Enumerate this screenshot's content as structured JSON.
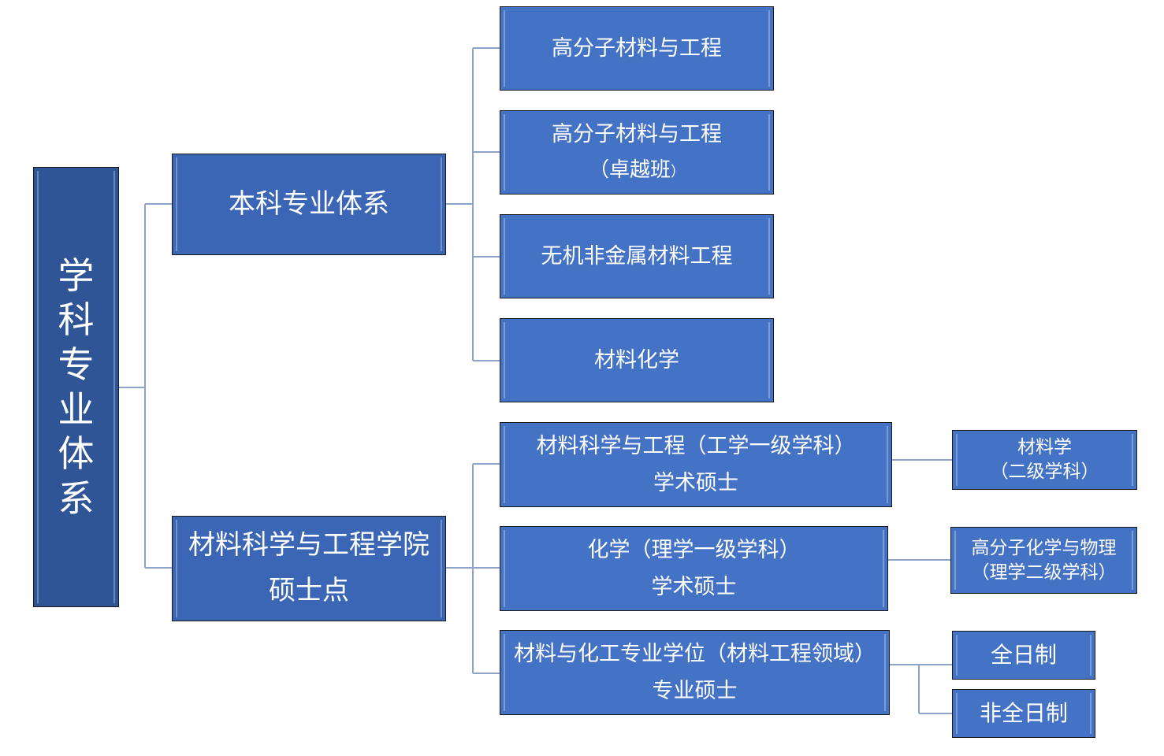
{
  "colors": {
    "box_fill": "#4472c4",
    "box_fill_dark": "#2f5597",
    "connector": "#8ea3c9"
  },
  "root": {
    "label": "学科专业体系"
  },
  "undergrad": {
    "label": "本科专业体系",
    "majors": [
      {
        "line1": "高分子材料与工程"
      },
      {
        "line1": "高分子材料与工程",
        "line2a": "（卓越班",
        "line2b": "）"
      },
      {
        "line1": "无机非金属材料工程"
      },
      {
        "line1": "材料化学"
      }
    ]
  },
  "master": {
    "line1": "材料科学与工程学院",
    "line2": "硕士点",
    "programs": [
      {
        "line1": "材料科学与工程（工学一级学科）",
        "line2": "学术硕士",
        "sub": [
          {
            "line1": "材料学",
            "line2": "（二级学科）"
          }
        ]
      },
      {
        "line1": "化学（理学一级学科）",
        "line2": "学术硕士",
        "sub": [
          {
            "line1": "高分子化学与物理",
            "line2": "（理学二级学科）"
          }
        ]
      },
      {
        "line1": "材料与化工专业学位（材料工程领域）",
        "line2": "专业硕士",
        "sub": [
          {
            "line1": "全日制"
          },
          {
            "line1": "非全日制"
          }
        ]
      }
    ]
  }
}
